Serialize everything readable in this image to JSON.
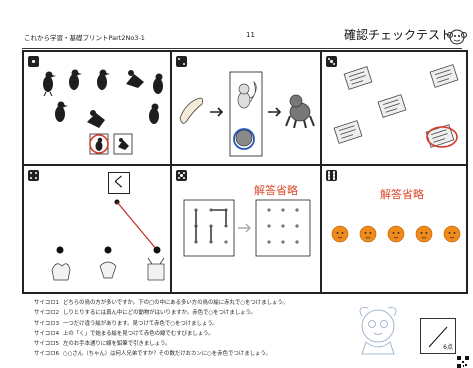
{
  "header": {
    "series": "これから学習・基礎プリントPart2No3-1",
    "page_number": "11",
    "title": "確認チェックテスト"
  },
  "cells": {
    "c5": {
      "answer": "解答省略"
    },
    "c6": {
      "answer": "解答省略"
    },
    "c4": {
      "kana": "く"
    }
  },
  "instructions": [
    {
      "label": "サイコロ1",
      "text": "どちらの鳥の方が多いですか。下の□の中にある多い方の鳥の絵に赤丸で○をつけましょう。"
    },
    {
      "label": "サイコロ2",
      "text": "しりとりするには真ん中にどの動物がはいりますか。赤色で○をつけましょう。"
    },
    {
      "label": "サイコロ3",
      "text": "一つだけ違う絵があります。見つけて赤色で○をつけましょう。"
    },
    {
      "label": "サイコロ4",
      "text": "上の「く」で始まる絵を見つけて赤色の線でむすびましょう。"
    },
    {
      "label": "サイコロ5",
      "text": "左のお手本通りに線を鉛筆で引きましょう。"
    },
    {
      "label": "サイコロ6",
      "text": "○○さん（ちゃん）は何人兄弟ですか？その数だけおカンに○を赤色でつけましょう。"
    }
  ],
  "score": {
    "denominator": "6点"
  },
  "colors": {
    "answer_red": "#d94b2b",
    "ink": "#222222",
    "orange": "#f08a1a"
  }
}
